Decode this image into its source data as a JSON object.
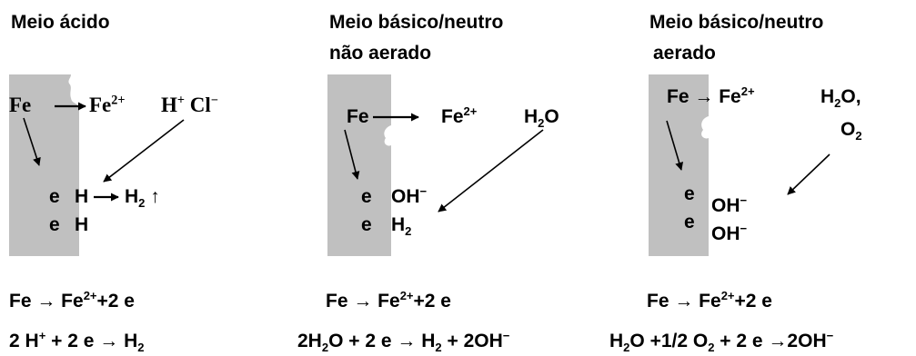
{
  "panels": [
    {
      "title": [
        "Meio ácido"
      ],
      "labels": {
        "fe": "Fe",
        "fe2_base": "Fe",
        "fe2_sup": "2+",
        "h_base": "H",
        "h_sup": "+",
        "cl_base": "Cl",
        "cl_sup": "−",
        "e1": "e",
        "e2": "e",
        "h1": "H",
        "h2": "H",
        "h2gas_base": "H",
        "h2gas_sub": "2",
        "h2gas_arrow": "↑"
      },
      "equations": {
        "eq1": {
          "a": "Fe → Fe",
          "a_sup": "2+",
          "b": "+2 e"
        },
        "eq2": {
          "a": "2 H",
          "a_sup": "+",
          "b": " + 2 e → H",
          "b_sub": "2"
        }
      }
    },
    {
      "title": [
        "Meio básico/neutro",
        "não aerado"
      ],
      "labels": {
        "fe": "Fe",
        "fe2_base": "Fe",
        "fe2_sup": "2+",
        "h2o_a": "H",
        "h2o_sub": "2",
        "h2o_b": "O",
        "e1": "e",
        "e2": "e",
        "oh_base": "OH",
        "oh_sup": "−",
        "h2_base": "H",
        "h2_sub": "2"
      },
      "equations": {
        "eq1": {
          "a": "Fe → Fe",
          "a_sup": "2+",
          "b": "+2 e"
        },
        "eq2": {
          "a": "2H",
          "a_sub": "2",
          "b": "O + 2 e → H",
          "b_sub": "2",
          "c": " + 2OH",
          "c_sup": "−"
        }
      }
    },
    {
      "title": [
        "Meio básico/neutro",
        "aerado"
      ],
      "labels": {
        "fe": "Fe",
        "fe_arrow": "→",
        "fe2_base": "Fe",
        "fe2_sup": "2+",
        "h2o_a": "H",
        "h2o_sub": "2",
        "h2o_b": "O,",
        "o2_base": "O",
        "o2_sub": "2",
        "e1": "e",
        "e2": "e",
        "oh1_base": "OH",
        "oh1_sup": "−",
        "oh2_base": "OH",
        "oh2_sup": "−"
      },
      "equations": {
        "eq1": {
          "a": "Fe → Fe",
          "a_sup": "2+",
          "b": "+2 e"
        },
        "eq2": {
          "a": "H",
          "a_sub": "2",
          "b": "O +1/2 O",
          "b_sub": "2",
          "c": " + 2 e →2OH",
          "c_sup": "−"
        }
      }
    }
  ],
  "colors": {
    "metal": "#c0c0c0",
    "text": "#000000",
    "background": "#ffffff"
  }
}
